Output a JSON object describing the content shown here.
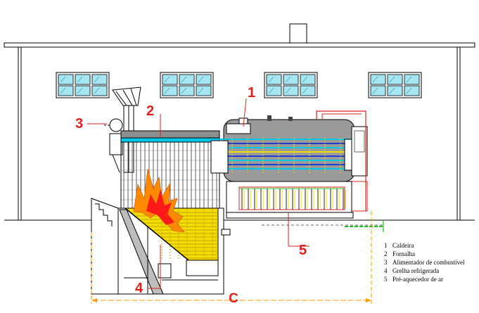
{
  "callouts": [
    {
      "id": "1",
      "label": "1"
    },
    {
      "id": "2",
      "label": "2"
    },
    {
      "id": "3",
      "label": "3"
    },
    {
      "id": "4",
      "label": "4"
    },
    {
      "id": "5",
      "label": "5"
    }
  ],
  "dimension": {
    "label": "C"
  },
  "legend": {
    "items": [
      {
        "num": "1",
        "text": "Caldeira"
      },
      {
        "num": "2",
        "text": "Fornalha"
      },
      {
        "num": "3",
        "text": "Alimentador de combustível"
      },
      {
        "num": "4",
        "text": "Grelha refrigerada"
      },
      {
        "num": "5",
        "text": "Pré-aquecedor de ar"
      }
    ]
  },
  "colors": {
    "callout": "#e0201c",
    "window_glass": "#a6e6f2",
    "tube_cyan": "#00c8e6",
    "tube_blue": "#1c3cd0",
    "flame_orange": "#ff8a00",
    "flame_red": "#ff1a1a",
    "grate_yellow": "#f4dc00",
    "pipe_green": "#1fbf1f",
    "dimension_orange": "#ff9a00"
  }
}
